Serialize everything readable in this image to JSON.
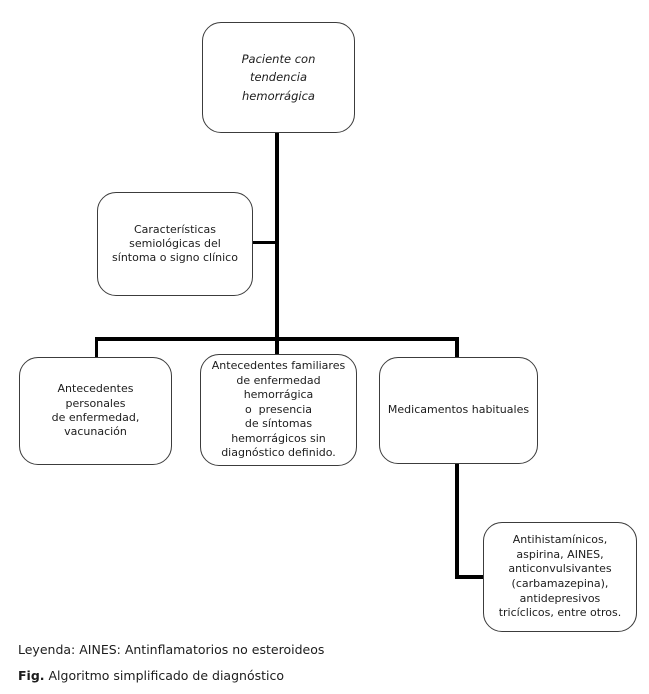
{
  "diagram": {
    "title_node": {
      "text": "Paciente con\ntendencia\nhemorrágica"
    },
    "nodes": {
      "semiotics": {
        "text": "Características\nsemiológicas del\nsíntoma o signo clínico"
      },
      "personal_history": {
        "text": "Antecedentes personales\nde enfermedad,\nvacunación"
      },
      "family_history": {
        "text": "Antecedentes familiares\nde enfermedad\nhemorrágica\no  presencia\nde síntomas\nhemorrágicos sin\ndiagnóstico definido."
      },
      "medications": {
        "text": "Medicamentos habituales"
      },
      "medication_examples": {
        "text": "Antihistamínicos,\naspirina, AINES,\nanticonvulsivantes\n(carbamazepina),\nantidepresivos\ntricíclicos, entre otros."
      }
    },
    "legend": "Leyenda: AINES: Antinflamatorios no esteroideos",
    "caption": {
      "label": "Fig.",
      "text": " Algoritmo simplificado de diagnóstico"
    },
    "colors": {
      "line": "#000000",
      "node_border": "#3c3c3c",
      "text": "#1c1c1c",
      "background": "#ffffff"
    }
  }
}
